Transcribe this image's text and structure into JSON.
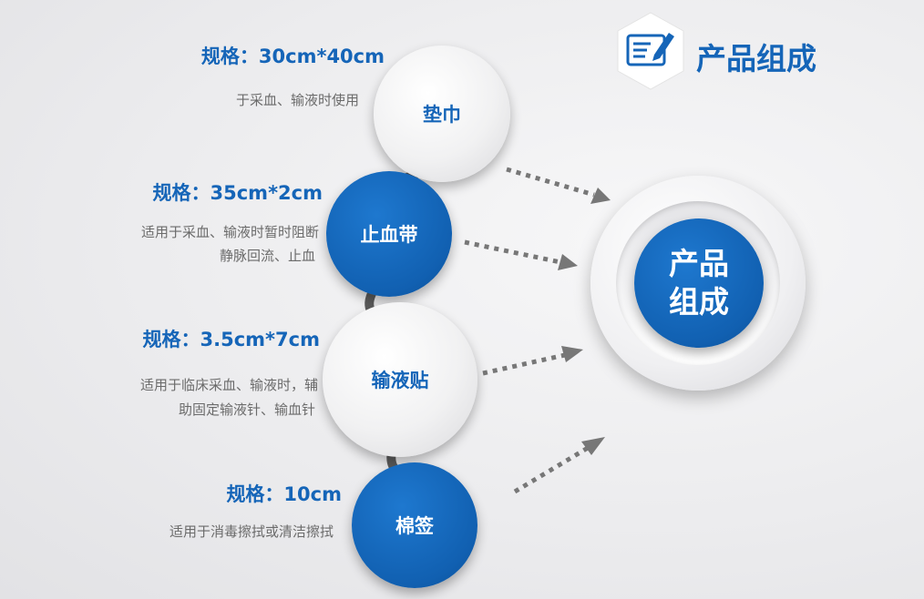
{
  "header": {
    "title": "产品组成",
    "icon": "edit-document-icon"
  },
  "center": {
    "line1": "产品",
    "line2": "组成"
  },
  "items": [
    {
      "name": "垫巾",
      "spec": "规格：30cm*40cm",
      "desc": [
        "于采血、输液时使用"
      ]
    },
    {
      "name": "止血带",
      "spec": "规格：35cm*2cm",
      "desc": [
        "适用于采血、输液时暂时阻断",
        "静脉回流、止血"
      ]
    },
    {
      "name": "输液贴",
      "spec": "规格：3.5cm*7cm",
      "desc": [
        "适用于临床采血、输液时，辅",
        "助固定输液针、输血针"
      ]
    },
    {
      "name": "棉签",
      "spec": "规格：10cm",
      "desc": [
        "适用于消毒擦拭或清洁擦拭"
      ]
    }
  ],
  "colors": {
    "brand_blue": "#1565b8",
    "text_gray": "#6b6b6b",
    "arrow_gray": "#777777"
  }
}
